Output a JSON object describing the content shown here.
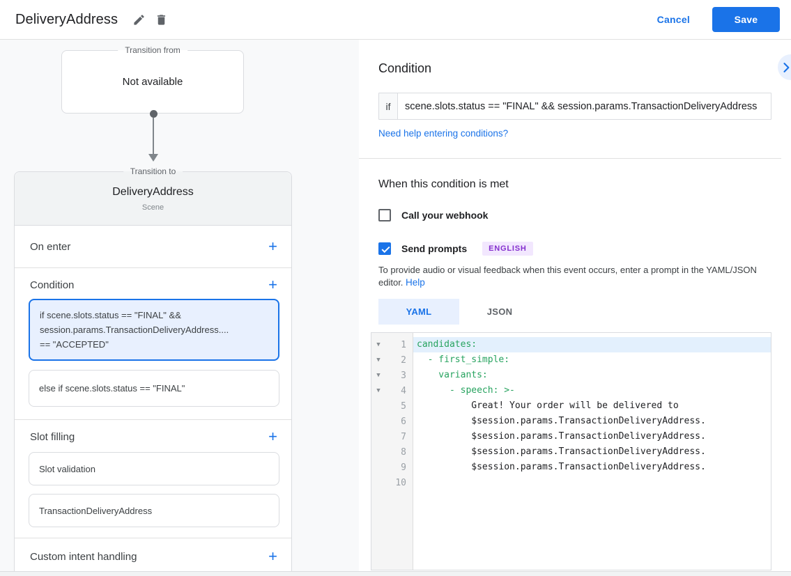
{
  "header": {
    "title": "DeliveryAddress",
    "cancel": "Cancel",
    "save": "Save"
  },
  "flow": {
    "from_label": "Transition from",
    "from_value": "Not available",
    "to_label": "Transition to",
    "scene_name": "DeliveryAddress",
    "scene_type": "Scene",
    "on_enter_label": "On enter",
    "condition_label": "Condition",
    "condition_selected": "if scene.slots.status == \"FINAL\" &&\nsession.params.TransactionDeliveryAddress....\n== \"ACCEPTED\"",
    "condition_else": "else if scene.slots.status == \"FINAL\"",
    "slot_filling_label": "Slot filling",
    "slot_items": [
      "Slot validation",
      "TransactionDeliveryAddress"
    ],
    "custom_intent_label": "Custom intent handling",
    "plus": "+"
  },
  "condition_panel": {
    "title": "Condition",
    "if_label": "if",
    "expression": "scene.slots.status == \"FINAL\" && session.params.TransactionDeliveryAddress",
    "help_link": "Need help entering conditions?"
  },
  "handler": {
    "title": "When this condition is met",
    "webhook_label": "Call your webhook",
    "webhook_checked": false,
    "prompts_label": "Send prompts",
    "prompts_checked": true,
    "language_badge": "ENGLISH",
    "description": "To provide audio or visual feedback when this event occurs, enter a prompt in the YAML/JSON editor.",
    "help_label": "Help",
    "tabs": [
      {
        "label": "YAML",
        "selected": true
      },
      {
        "label": "JSON",
        "selected": false
      }
    ]
  },
  "editor": {
    "lines": [
      {
        "n": "1",
        "text": "candidates:",
        "key": true,
        "fold": true,
        "highlight": true
      },
      {
        "n": "2",
        "text": "  - first_simple:",
        "key": true,
        "fold": true
      },
      {
        "n": "3",
        "text": "    variants:",
        "key": true,
        "fold": true
      },
      {
        "n": "4",
        "text": "      - speech: >-",
        "key": true,
        "fold": true
      },
      {
        "n": "5",
        "text": "          Great! Your order will be delivered to"
      },
      {
        "n": "6",
        "text": "          $session.params.TransactionDeliveryAddress."
      },
      {
        "n": "7",
        "text": "          $session.params.TransactionDeliveryAddress."
      },
      {
        "n": "8",
        "text": "          $session.params.TransactionDeliveryAddress."
      },
      {
        "n": "9",
        "text": "          $session.params.TransactionDeliveryAddress."
      },
      {
        "n": "10",
        "text": ""
      }
    ]
  },
  "colors": {
    "accent": "#1a73e8",
    "yaml_key_green": "#27a35f",
    "badge_bg": "#f2e7fe",
    "badge_text": "#8430ce",
    "selected_condition_bg": "#e8f0fe"
  }
}
